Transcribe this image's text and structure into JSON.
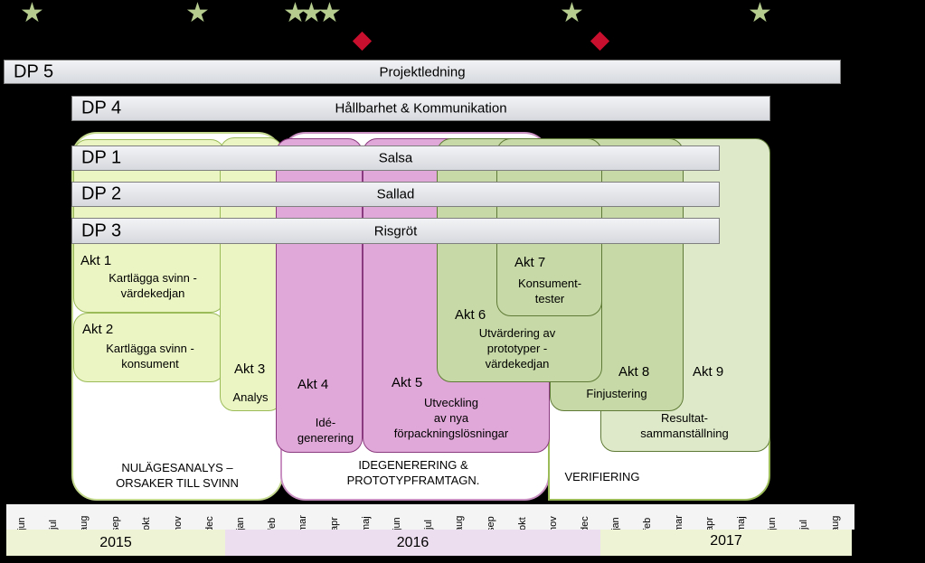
{
  "milestones": {
    "stars": [
      "star",
      "star",
      "star",
      "star",
      "star",
      "star",
      "star"
    ],
    "diamonds": [
      "diamond",
      "diamond"
    ]
  },
  "bars": [
    {
      "code": "DP 5",
      "title": "Projektledning"
    },
    {
      "code": "DP 4",
      "title": "Hållbarhet & Kommunikation"
    },
    {
      "code": "DP 1",
      "title": "Salsa"
    },
    {
      "code": "DP 2",
      "title": "Sallad"
    },
    {
      "code": "DP 3",
      "title": "Risgröt"
    }
  ],
  "phases": [
    {
      "label": "NULÄGESANALYS –\nORSAKER TILL SVINN"
    },
    {
      "label": "IDEGENERERING &\nPROTOTYPFRAMTAGN."
    },
    {
      "label": "VERIFIERING"
    }
  ],
  "activities": [
    {
      "name": "Akt 1",
      "desc": "Kartlägga svinn -\nvärdekedjan"
    },
    {
      "name": "Akt 2",
      "desc": "Kartlägga svinn -\nkonsument"
    },
    {
      "name": "Akt 3",
      "desc": "Analys"
    },
    {
      "name": "Akt 4",
      "desc": "Idé-\ngenerering"
    },
    {
      "name": "Akt 5",
      "desc": "Utveckling\nav nya\nförpackningslösningar"
    },
    {
      "name": "Akt 6",
      "desc": "Utvärdering av\nprototyper -\nvärdekedjan"
    },
    {
      "name": "Akt 7",
      "desc": "Konsument-\ntester"
    },
    {
      "name": "Akt 8",
      "desc": "Finjustering"
    },
    {
      "name": "Akt 9",
      "desc": "Resultat-\nsammanställning"
    }
  ],
  "timeline": {
    "months": [
      "jun",
      "jul",
      "aug",
      "sep",
      "okt",
      "nov",
      "dec",
      "jan",
      "feb",
      "mar",
      "apr",
      "maj",
      "jun",
      "jul",
      "aug",
      "sep",
      "okt",
      "nov",
      "dec",
      "jan",
      "feb",
      "mar",
      "apr",
      "maj",
      "jun",
      "jul",
      "aug"
    ],
    "years": [
      "2015",
      "2016",
      "2017"
    ],
    "colors": {
      "y2015": "#eef3d6",
      "y2016": "#ecdeee",
      "y2017": "#eef3d6"
    }
  }
}
